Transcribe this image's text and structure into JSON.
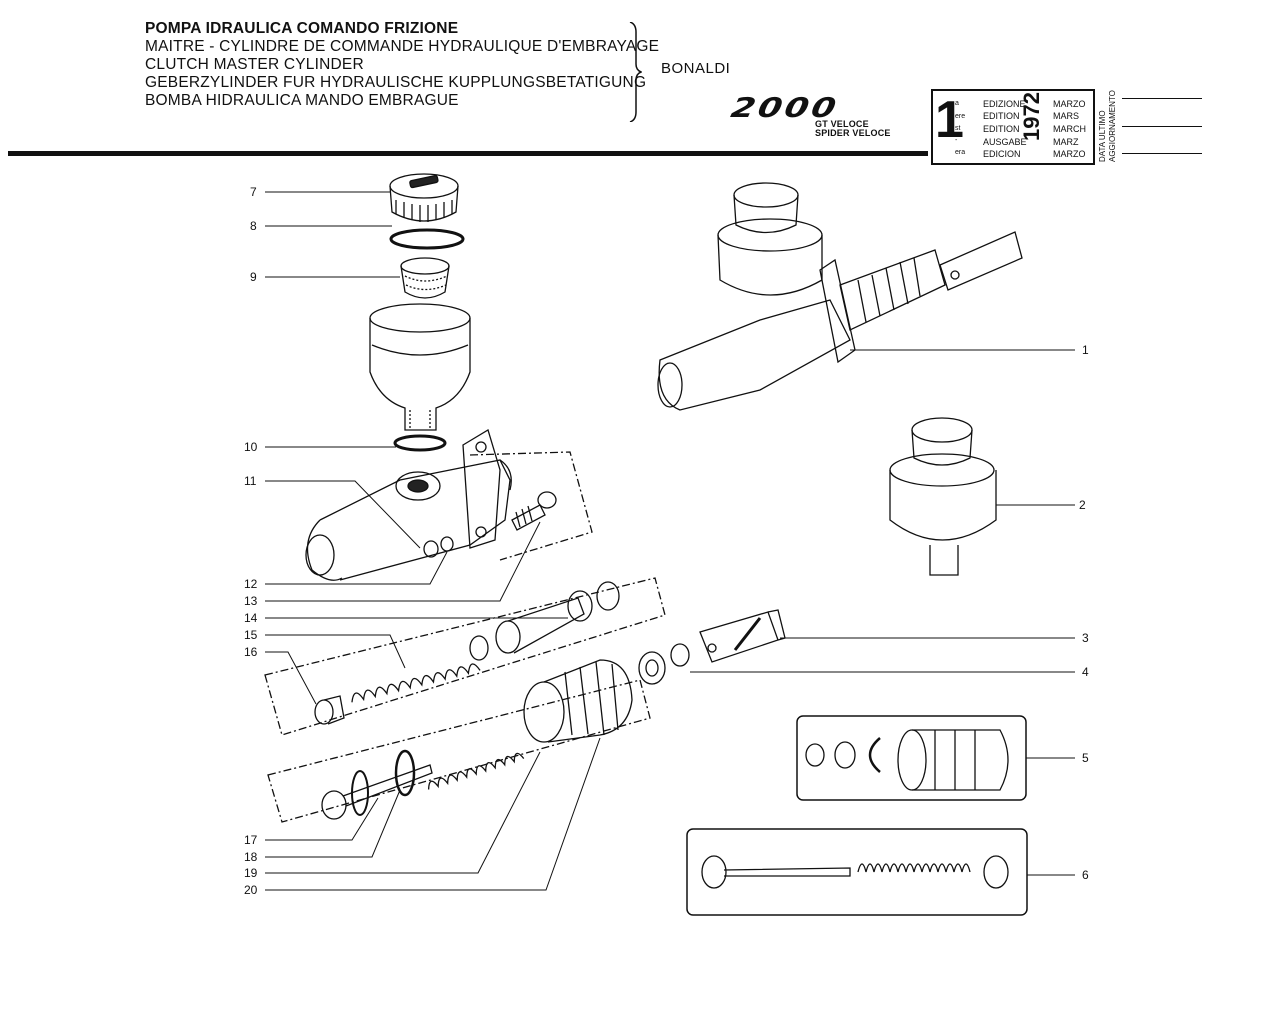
{
  "header": {
    "titles": [
      "POMPA IDRAULICA COMANDO FRIZIONE",
      "MAITRE - CYLINDRE DE COMMANDE HYDRAULIQUE  D'EMBRAYAGE",
      "CLUTCH MASTER CYLINDER",
      "GEBERZYLINDER FUR HYDRAULISCHE KUPPLUNGSBETATIGUNG",
      "BOMBA HIDRAULICA MANDO EMBRAGUE"
    ],
    "manufacturer": "BONALDI",
    "model_logo": "2000",
    "model_sub1": "GT VELOCE",
    "model_sub2": "SPIDER VELOCE"
  },
  "edition": {
    "number": "1",
    "suffixes": [
      "a",
      "ere",
      "st",
      "-",
      "era"
    ],
    "labels": [
      "EDIZIONE",
      "EDITION",
      "EDITION",
      "AUSGABE",
      "EDICION"
    ],
    "year": "1972",
    "months": [
      "MARZO",
      "MARS",
      "MARCH",
      "MARZ",
      "MARZO"
    ]
  },
  "update_label": [
    "DATA ULTIMO",
    "AGGIORNAMENTO"
  ],
  "callouts": {
    "left": [
      "7",
      "8",
      "9",
      "10",
      "11",
      "12",
      "13",
      "14",
      "15",
      "16",
      "17",
      "18",
      "19",
      "20"
    ],
    "right": [
      "1",
      "2",
      "3",
      "4",
      "5",
      "6"
    ]
  },
  "colors": {
    "ink": "#111111",
    "paper": "#ffffff"
  }
}
